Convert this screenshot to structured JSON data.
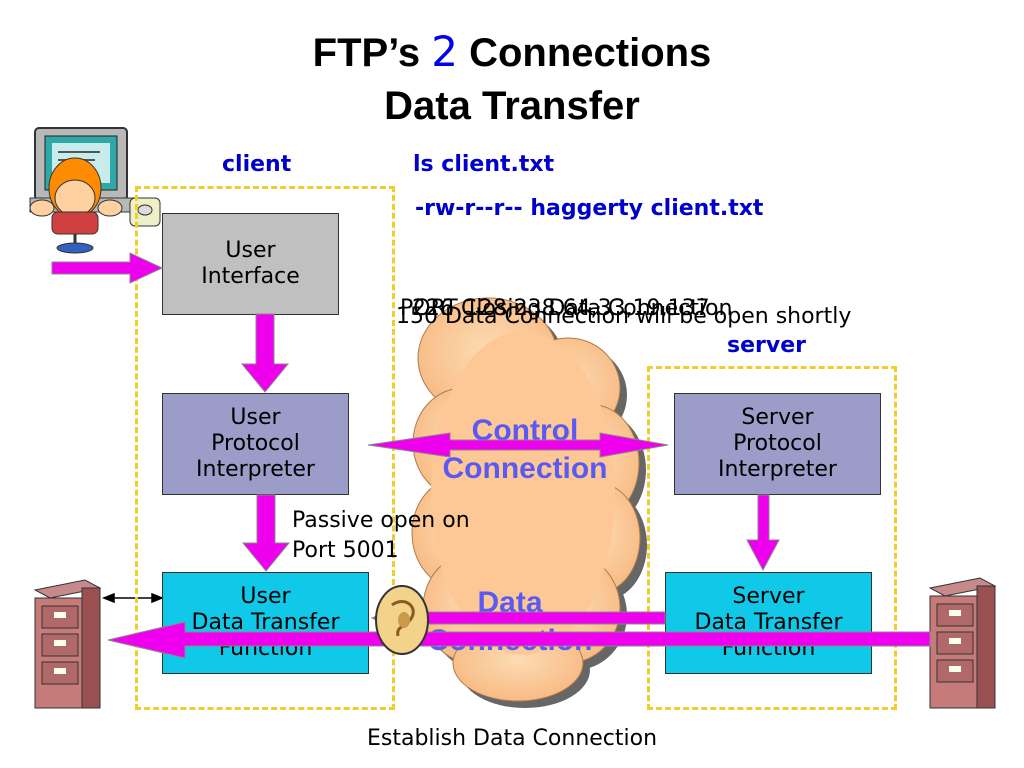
{
  "title": {
    "line1_prefix": "FTP’s",
    "line1_number": "2",
    "line1_suffix": "Connections",
    "line2": "Data Transfer"
  },
  "labels": {
    "client": "client",
    "server": "server"
  },
  "commands": {
    "ls": "ls client.txt",
    "listing": "-rw-r--r-- haggerty client.txt"
  },
  "overlapping_messages": [
    "226 Closing Data Connection",
    "PORT 128,238,64,33,19,137",
    "150 Data Connection will be open shortly"
  ],
  "boxes": {
    "user_interface": "User\nInterface",
    "user_pi": "User\nProtocol\nInterpreter",
    "server_pi": "Server\nProtocol\nInterpreter",
    "user_dtf": "User\nData Transfer\nFunction",
    "server_dtf": "Server\nData Transfer\nFunction"
  },
  "cloud": {
    "control": "Control\nConnection",
    "data": "Data\nConnection"
  },
  "notes": {
    "passive": "Passive open on\nPort 5001",
    "establish": "Establish Data Connection"
  },
  "colors": {
    "arrow": "#ee00ee",
    "cloud_fill": "#fdc896",
    "dashed_border": "#f2cc2a",
    "box_cyan": "#10c8e8",
    "box_lavender": "#9c9cc8",
    "box_gray": "#c0c0c0",
    "cloud_text": "#5a5af2",
    "command_text": "#0000cc"
  },
  "icons": [
    "computer-user-icon",
    "file-cabinet-left-icon",
    "file-cabinet-right-icon",
    "ear-icon"
  ]
}
